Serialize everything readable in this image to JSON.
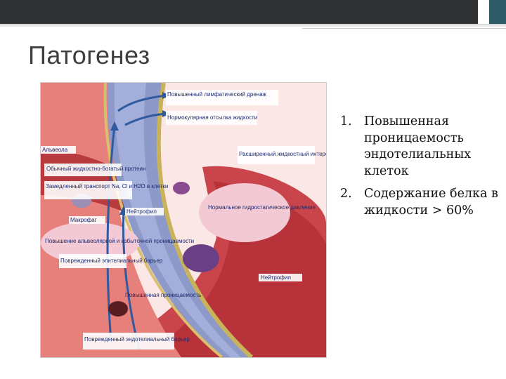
{
  "slide": {
    "title": "Патогенез",
    "list": [
      {
        "marker": "1.",
        "text": "Повышенная проницаемость эндотелиальных клеток"
      },
      {
        "marker": "2.",
        "text": "Содержание белка в жидкости > 60%"
      }
    ]
  },
  "figure": {
    "labels": {
      "lymph_drain": "Повышенный лимфатический дренаж",
      "normal_outflow": "Нормокулярная отсылка жидкости",
      "expanded_interstitium": "Расширенный жидкостный интерстиций",
      "normal_pressure": "Нормальное гидростатическое давление",
      "neutrophil_1": "Нейтрофил",
      "neutrophil_2": "Нейтрофил",
      "macrophage": "Макрофаг",
      "protein_rich": "Обычный жидкостно-богатый протеин",
      "transport": "Замедленный транспорт Na, Cl и H2O в клетки",
      "increased_perm_1": "Повышение альвеолярной и избыточной проницаемости",
      "epithelial_barrier": "Поврежденный эпителиальный барьер",
      "increased_perm_2": "Повышенная проницаемость",
      "endothelial_barrier": "Поврежденный эндотелиальный барьер",
      "top_left": "Альвеола"
    }
  }
}
